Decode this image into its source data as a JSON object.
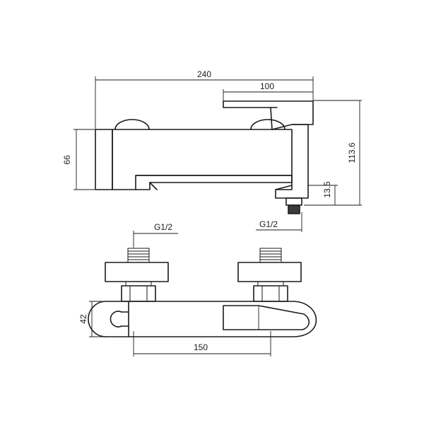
{
  "drawing": {
    "top_view": {
      "dim_overall_length": "240",
      "dim_handle_length": "100",
      "dim_body_height": "66",
      "dim_total_height": "113.6",
      "dim_outlet_height": "13.5",
      "dim_outlet_thread": "G1/2"
    },
    "front_view": {
      "dim_inlet_thread": "G1/2",
      "dim_depth": "42",
      "dim_inlet_spacing": "150"
    }
  }
}
